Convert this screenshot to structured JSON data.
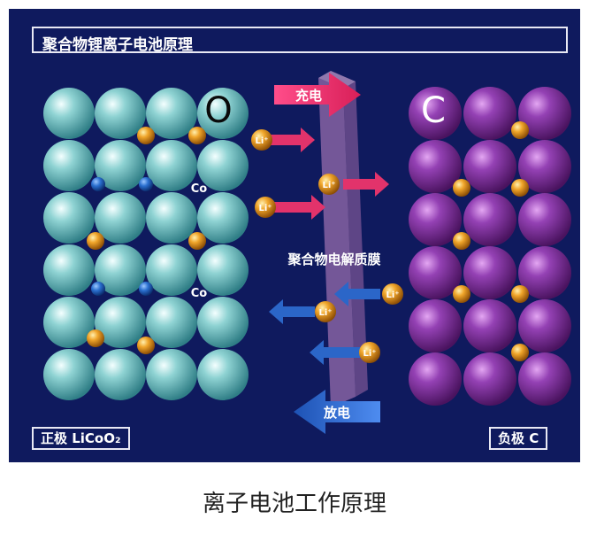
{
  "title": "聚合物锂离子电池原理",
  "cathode": {
    "symbol": "O",
    "atom_label": "Co",
    "tag": "正极 LiCoO₂",
    "sphere_color": "#7ec9c9",
    "small_atom_color": "#1f63b8"
  },
  "anode": {
    "symbol": "C",
    "tag": "负极 C",
    "sphere_color": "#8a3aa6"
  },
  "ion": {
    "label": "Li⁺",
    "color": "#e59a1c"
  },
  "separator_label": "聚合物电解质膜",
  "charge": {
    "label": "充电",
    "color": "#e2336b"
  },
  "discharge": {
    "label": "放电",
    "color": "#2b66c8"
  },
  "caption": "离子电池工作原理",
  "background_color": "#0f1a5e"
}
